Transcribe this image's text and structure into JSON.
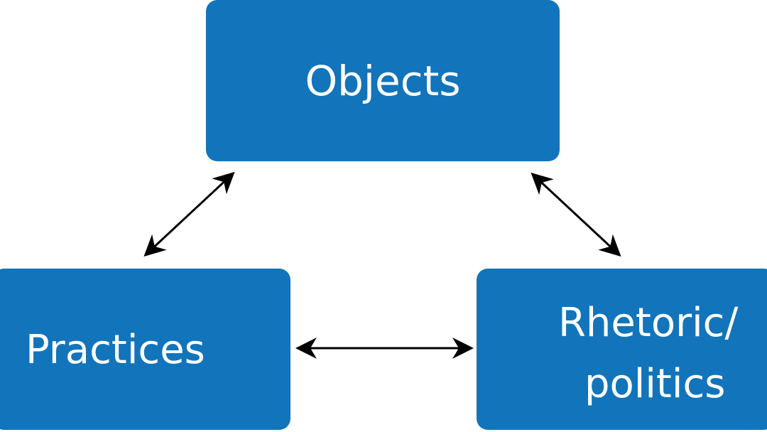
{
  "nodes": {
    "objects": "Objects",
    "practices": "Practices",
    "rhetoric_line1": "Rhetoric/",
    "rhetoric_line2": "politics"
  },
  "colors": {
    "box": "#1274bb",
    "text": "#ffffff",
    "arrow": "#000000"
  }
}
